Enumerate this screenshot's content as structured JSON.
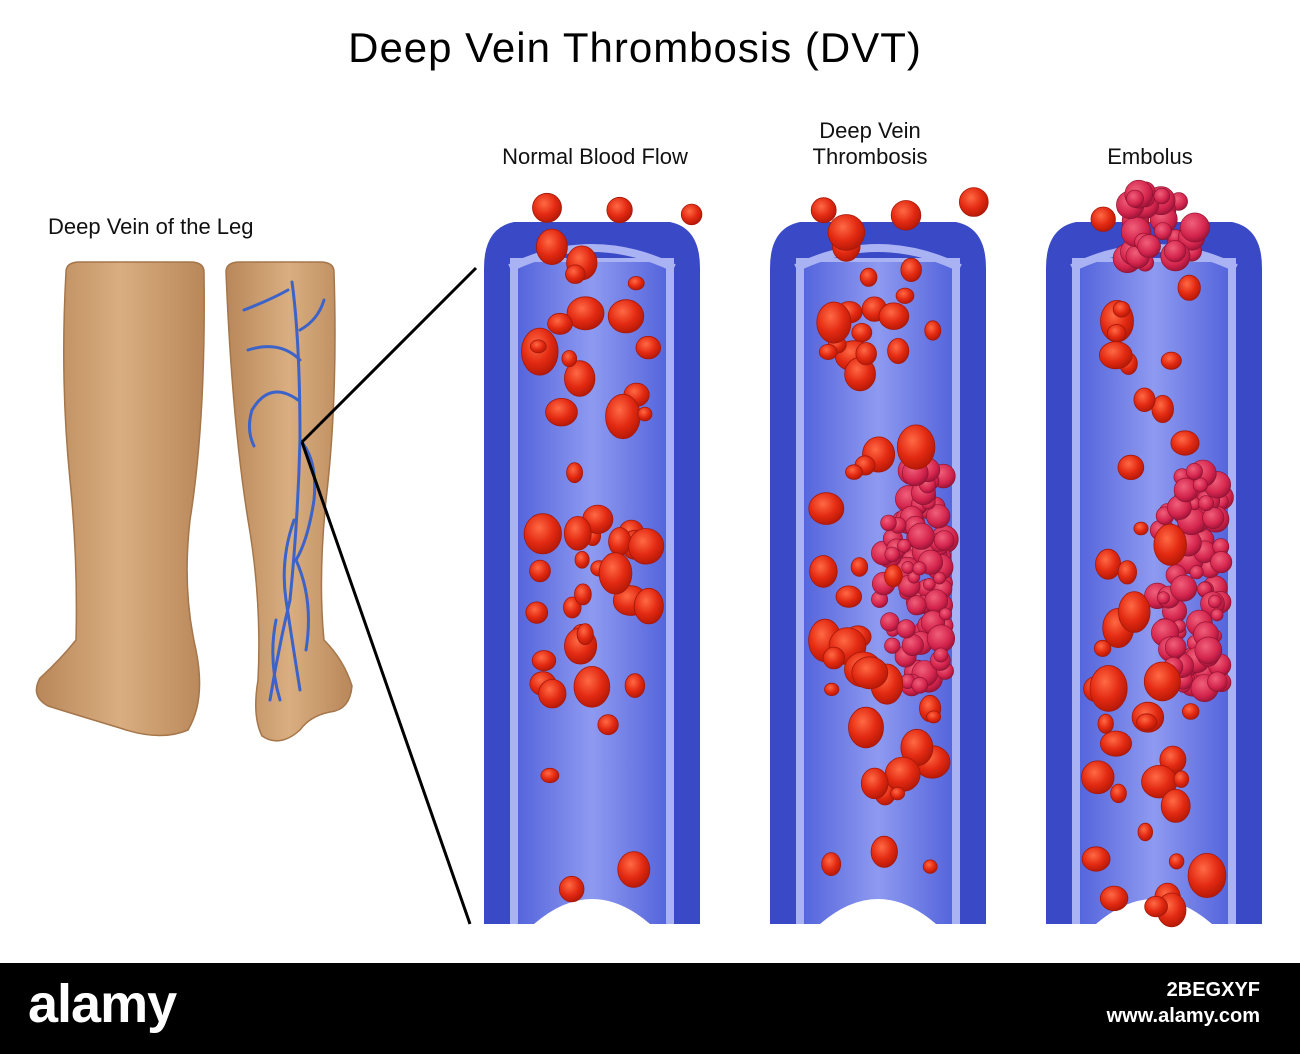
{
  "title": "Deep Vein Thrombosis (DVT)",
  "leg_label": "Deep Vein of the Leg",
  "panels": [
    {
      "label": "Normal Blood Flow"
    },
    {
      "label": "Deep Vein Thrombosis"
    },
    {
      "label": "Embolus"
    }
  ],
  "footer": {
    "brand": "alamy",
    "image_id": "2BEGXYF",
    "site": "www.alamy.com"
  },
  "colors": {
    "vein_wall": "#3a49c6",
    "vein_lumen": "#6f7ee6",
    "vein_highlight": "#a9b2f3",
    "red_cell": "#e32a12",
    "clot": "#d4244d",
    "skin": "#c89a6a",
    "leg_vein": "#4a78d6"
  }
}
